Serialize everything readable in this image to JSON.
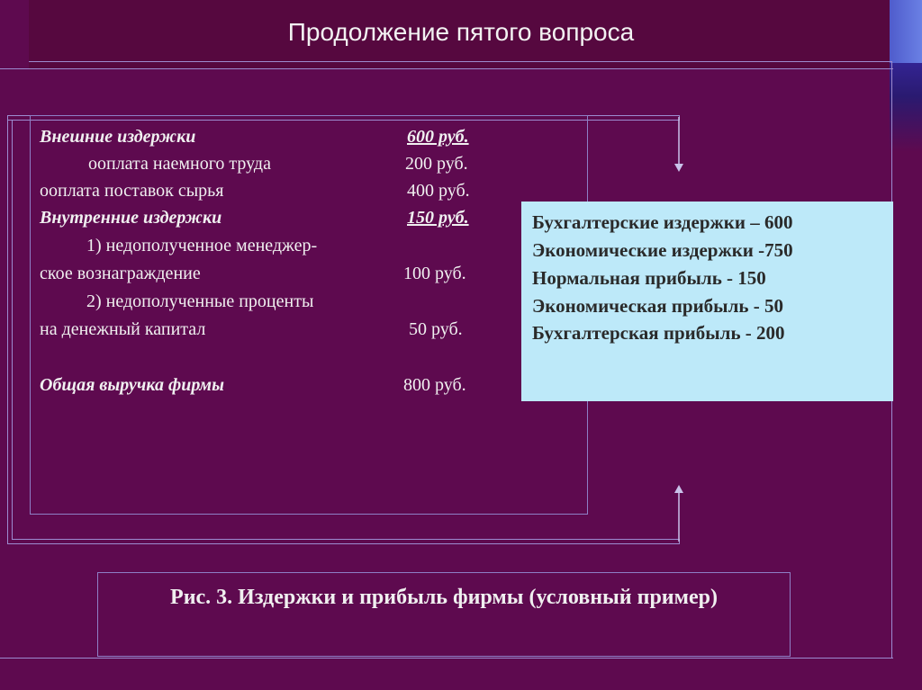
{
  "title": "Продолжение пятого вопроса",
  "costs": {
    "external_label": "Внешние издержки",
    "external_value": "600 руб.",
    "labor_label": "оплата наемного труда",
    "labor_value": "200 руб.",
    "supplies_label": "оплата поставок сырья",
    "supplies_value": "400 руб.",
    "internal_label": "Внутренние издержки",
    "internal_value": "150 руб.",
    "manager_line1": "1) недополученное менеджер-",
    "manager_line2": "ское  вознаграждение",
    "manager_value": "100 руб.",
    "interest_line1": "2) недополученные проценты",
    "interest_line2": "на денежный капитал",
    "interest_value": "50 руб.",
    "revenue_label": "Общая выручка фирмы",
    "revenue_value": "800 руб.",
    "bullet": "o"
  },
  "summary": [
    "Бухгалтерские издержки – 600",
    "Экономические издержки -750",
    "Нормальная прибыль       - 150",
    "Экономическая прибыль  -  50",
    "Бухгалтерская прибыль    - 200"
  ],
  "caption": "Рис. 3. Издержки и прибыль фирмы (условный пример)",
  "colors": {
    "background": "#5e0a4f",
    "summary_box": "#bde9f9",
    "lines": "#9c8bd0"
  }
}
